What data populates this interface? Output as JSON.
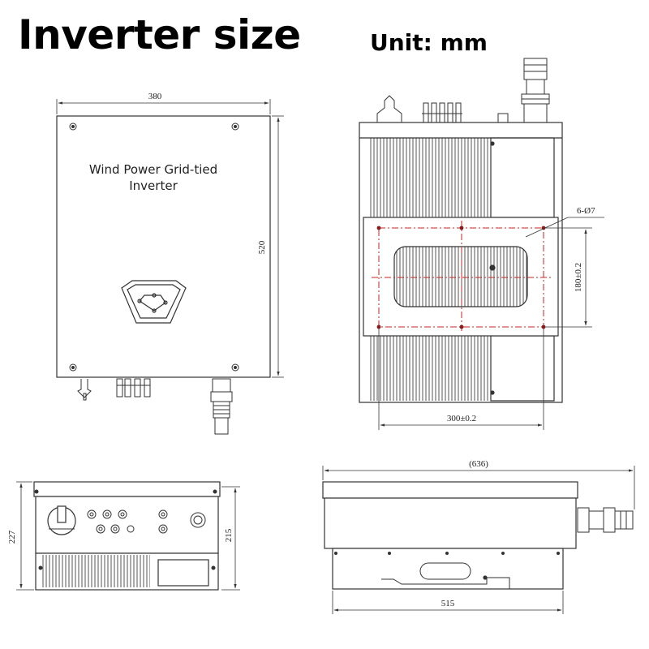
{
  "header": {
    "title": "Inverter size",
    "unit": "Unit: mm"
  },
  "front_view": {
    "label_line1": "Wind Power Grid-tied",
    "label_line2": "Inverter",
    "width_dim": "380",
    "height_dim": "520"
  },
  "rear_view": {
    "holes_dim": "6-Ø7",
    "vertical_pitch_dim": "180±0.2",
    "horizontal_pitch_dim": "300±0.2"
  },
  "bottom_view": {
    "overall_height_dim": "227",
    "body_height_dim": "215"
  },
  "side_view": {
    "overall_length_dim": "(636)",
    "body_length_dim": "515"
  },
  "colors": {
    "line": "#333333",
    "centerline": "#cc2222"
  }
}
